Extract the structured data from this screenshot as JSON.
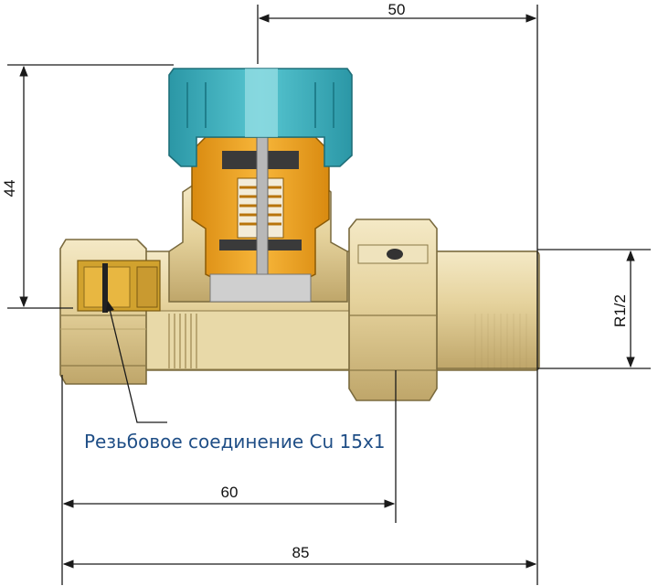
{
  "dimensions": {
    "top_width": "50",
    "height": "44",
    "thread": "R1/2",
    "center_to_nut": "60",
    "overall_length": "85"
  },
  "callout": {
    "text": "Резьбовое соединение Cu 15x1"
  },
  "colors": {
    "cap": "#3db6c2",
    "cap_dark": "#1f7f8c",
    "insert": "#f0a11c",
    "insert_dark": "#b8740a",
    "body": "#e6d6a4",
    "body_shade": "#c9b47a",
    "dim_line": "#1a1a1a",
    "callout_text": "#1f4e86"
  }
}
